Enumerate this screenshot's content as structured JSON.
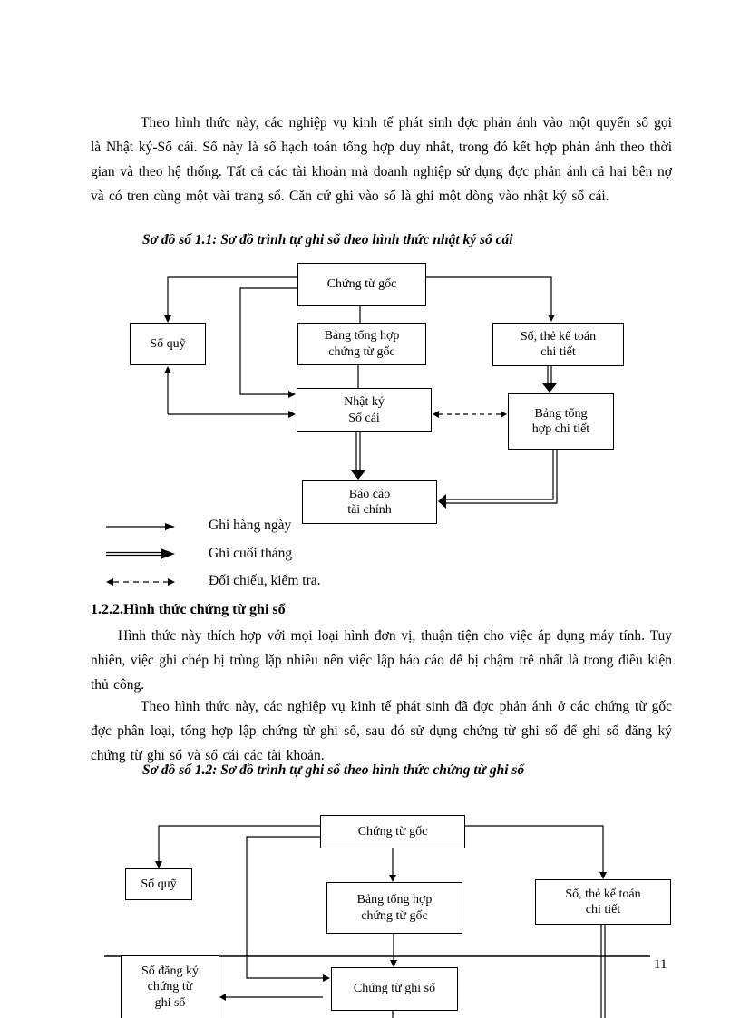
{
  "page": {
    "number": "11"
  },
  "paragraphs": {
    "p1": "Theo hình thức này, các nghiệp vụ kinh tế phát sinh đợc  phản ánh vào một quyển sổ gọi là Nhật ký-Sổ cái. Sổ này là sổ hạch toán tổng hợp duy nhất, trong đó kết hợp phản ánh theo thời gian và theo hệ thống. Tất cả các tài khoản mà doanh nghiệp sử dụng đợc  phản ánh cả hai bên nợ và có tren cùng một vài trang sổ. Căn cứ ghi vào sổ là ghi một dòng vào nhật ký sổ cái.",
    "heading_122": "1.2.2.Hình thức chứng từ ghi sổ",
    "p2": "Hình thức này thích hợp với mọi loại hình đơn vị, thuận tiện cho việc áp dụng máy tính. Tuy nhiên, việc ghi chép bị trùng lặp nhiều nên việc lập báo cáo dễ bị chậm trễ nhất là trong điều kiện thủ công.",
    "p3": "Theo hình thức này, các nghiệp vụ kinh tế phát sinh đã đợc  phản ánh ở các chứng từ gốc đợc  phân loại, tổng hợp lập chứng từ ghi sổ, sau đó sử dụng chứng từ ghi sổ để ghi sổ đăng ký chứng từ ghi sổ và sổ cái các tài khoản."
  },
  "captions": {
    "c1": "Sơ đồ số 1.1: Sơ đồ trình tự ghi sổ theo hình thức nhật ký sổ cái",
    "c2": "Sơ đồ số 1.2: Sơ đồ trình tự ghi sổ theo hình thức chứng từ ghi sổ"
  },
  "diagram1": {
    "boxes": {
      "source_docs": "Chứng từ gốc",
      "cash_book": "Sổ quỹ",
      "summary_source_docs": "Bảng tổng hợp\nchứng từ gốc",
      "detail_ledgers": "Sổ, thẻ kế toán\nchi tiết",
      "journal_ledger": "Nhật ký\nSổ cái",
      "detail_summary": "Bảng tổng\nhợp chi tiết",
      "financial_reports": "Báo cáo\ntài chính"
    }
  },
  "legend": {
    "daily": "Ghi hàng ngày",
    "monthly": "Ghi cuối tháng",
    "check": "Đối chiếu, kiểm tra."
  },
  "diagram2": {
    "boxes": {
      "source_docs": "Chứng từ gốc",
      "cash_book": "Sổ quỹ",
      "summary_source_docs": "Bảng tổng hợp\nchứng từ gốc",
      "detail_ledgers": "Sổ, thẻ kế toán\nchi tiết",
      "voucher_register": "Sổ đăng ký\nchứng từ\nghi sổ",
      "voucher": "Chứng từ ghi sổ"
    }
  },
  "colors": {
    "ink": "#000000",
    "paper": "#ffffff"
  }
}
